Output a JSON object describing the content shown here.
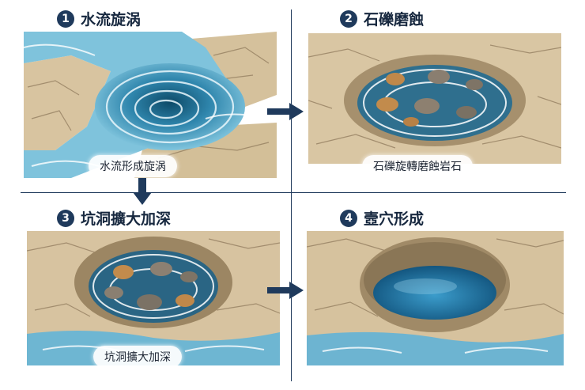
{
  "steps": [
    {
      "num": "1",
      "title": "水流旋涡",
      "caption": "水流形成旋涡"
    },
    {
      "num": "2",
      "title": "石礫磨蝕",
      "caption": "石礫旋轉磨蝕岩石"
    },
    {
      "num": "3",
      "title": "坑洞擴大加深",
      "caption": "坑洞擴大加深"
    },
    {
      "num": "4",
      "title": "壼穴形成",
      "caption": ""
    }
  ],
  "colors": {
    "accent": "#1f3a5c",
    "rock": "#d9c6a3",
    "water": "#3a8fb0"
  }
}
